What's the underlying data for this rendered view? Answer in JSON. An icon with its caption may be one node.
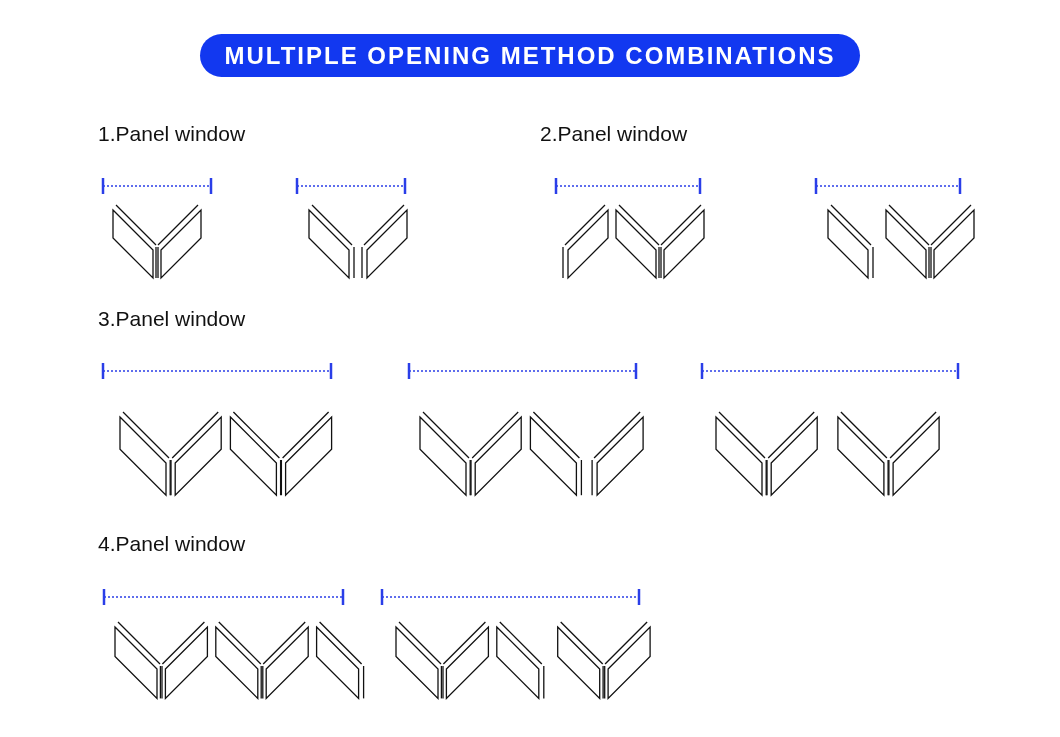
{
  "diagram": {
    "title": "MULTIPLE OPENING METHOD COMBINATIONS",
    "labels": [
      "1.Panel window",
      "2.Panel window",
      "3.Panel window",
      "4.Panel window"
    ]
  }
}
